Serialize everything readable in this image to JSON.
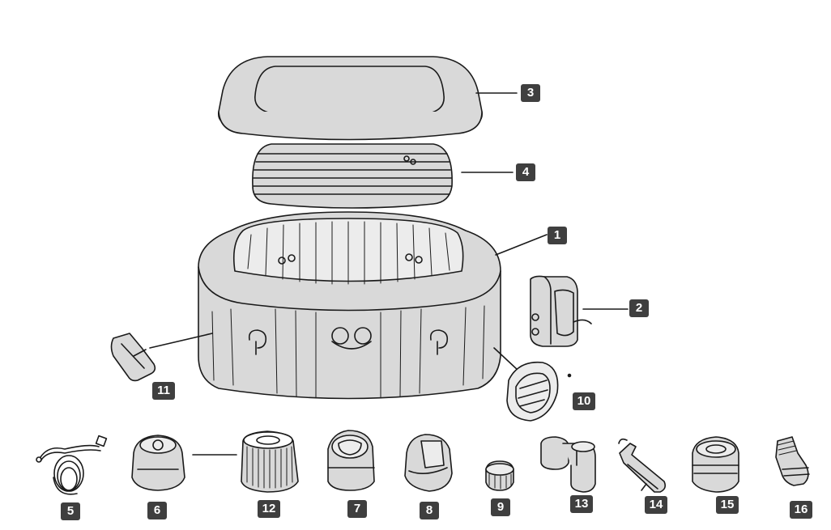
{
  "parts": [
    {
      "id": "1",
      "label": "1"
    },
    {
      "id": "2",
      "label": "2"
    },
    {
      "id": "3",
      "label": "3"
    },
    {
      "id": "4",
      "label": "4"
    },
    {
      "id": "5",
      "label": "5"
    },
    {
      "id": "6",
      "label": "6"
    },
    {
      "id": "7",
      "label": "7"
    },
    {
      "id": "8",
      "label": "8"
    },
    {
      "id": "9",
      "label": "9"
    },
    {
      "id": "10",
      "label": "10"
    },
    {
      "id": "11",
      "label": "11"
    },
    {
      "id": "12",
      "label": "12"
    },
    {
      "id": "13",
      "label": "13"
    },
    {
      "id": "14",
      "label": "14"
    },
    {
      "id": "15",
      "label": "15"
    },
    {
      "id": "16",
      "label": "16"
    }
  ],
  "colors": {
    "fill": "#d9d9d9",
    "stroke": "#1a1a1a",
    "badge": "#3f3f3f",
    "badge_text": "#ffffff"
  },
  "icons": [
    "spa-cover-icon",
    "inflatable-lid-icon",
    "spa-tub-icon",
    "control-unit-icon",
    "hose-icon",
    "filter-housing-icon",
    "filter-cartridge-icon",
    "valve-icon",
    "cap-icon",
    "strainer-icon",
    "buckle-icon",
    "connector-icon",
    "adapter-icon",
    "fitting-icon",
    "hose-adapter-icon"
  ]
}
